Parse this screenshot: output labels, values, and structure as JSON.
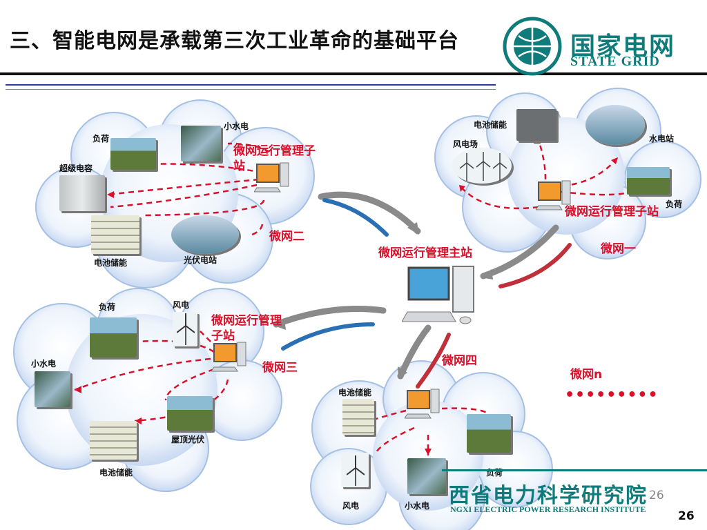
{
  "slide": {
    "title": "三、智能电网是承载第三次工业革命的基础平台",
    "page_number_small": "26",
    "page_number": "26"
  },
  "logos": {
    "state_grid_cn": "国家电网",
    "state_grid_en": "STATE GRID",
    "institute_cn": "西省电力科学研究院",
    "institute_en": "NGXI ELECTRIC POWER RESEARCH INSTITUTE"
  },
  "colors": {
    "accent_red": "#d8102a",
    "brand_teal": "#0f7b7b",
    "arrow_blue": "#2a6fb4",
    "arrow_red": "#c0303a"
  },
  "main_station": {
    "label": "微网运行管理主站"
  },
  "microgrids": {
    "mg1": {
      "name": "微网一",
      "sub_station": "微网运行管理子站",
      "items": [
        "电池储能",
        "风电场",
        "水电站",
        "负荷"
      ]
    },
    "mg2": {
      "name": "微网二",
      "sub_station": "微网运行管理子站",
      "items": [
        "负荷",
        "小水电",
        "超级电容",
        "电池储能",
        "光伏电站"
      ]
    },
    "mg3": {
      "name": "微网三",
      "sub_station": "微网运行管理子站",
      "items": [
        "负荷",
        "风电",
        "小水电",
        "屋顶光伏",
        "电池储能"
      ]
    },
    "mg4": {
      "name": "微网四",
      "items": [
        "电池储能",
        "负荷",
        "风电",
        "小水电"
      ]
    },
    "mgn": {
      "name": "微网n",
      "ellipsis": "•••••••••"
    }
  }
}
